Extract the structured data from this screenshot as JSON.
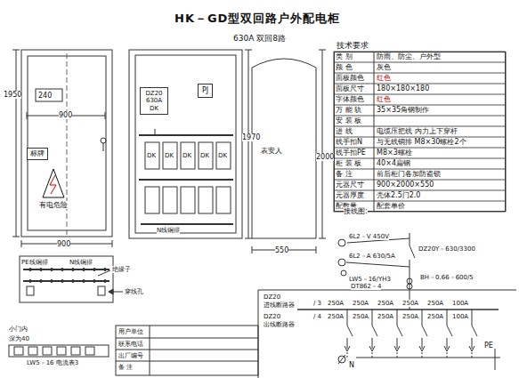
{
  "diagram": {
    "title": "HK－GD型双回路户外配电柜",
    "nodes": [
      {
        "text": [
          "标牌"
        ]
      },
      {
        "text": [
          "DZ20 630A DK"
        ]
      },
      {
        "text": [
          "PJ"
        ]
      },
      {
        "text": [
          "技术要求"
        ]
      }
    ],
    "labels": [
      "630A 双回8路",
      "1950",
      "240",
      "900",
      "有电危险",
      "900",
      "DK",
      "DK",
      "DK",
      "DK",
      "DK",
      "N线铜排",
      "1970",
      "表安人",
      "2000",
      "550",
      "PE线铜排",
      "N线铜排",
      "绝缘子",
      "穿线孔",
      "小门内",
      "深为40",
      "LW5－16 电流表3",
      "用户单位",
      "联系电话",
      "出厂编号",
      "备 注",
      "类 别",
      "防雨、防尘、户外型",
      "颜 色",
      "灰色",
      "面板颜色",
      "红色",
      "面板尺寸",
      "180×180×180",
      "字体颜色",
      "红色",
      "万 能 轨",
      "35×35角钢制作",
      "安 装 板",
      "进 线",
      "电缆压把线 内力上下穿杆",
      "线手扣N",
      "与无线铜排 M8×30螺栓2个",
      "线手扣PE",
      "M8×3螺栓",
      "柜 装 板",
      "40×4扁钢",
      "备 注",
      "前后柜门各加防盗锁",
      "元器尺寸",
      "900×2000×550",
      "元器厚度",
      "壳体2.5门2.0",
      "配数量",
      "配套单价",
      "接线图:",
      "6L2－V 450V",
      "DZ20Y－630/3300",
      "6L2－A 630/5A",
      "LW5－16/YH3",
      "DT862－4",
      "BH－0.66－600/5",
      "DZ20",
      "进线断路器",
      "DZ20",
      "出线断路器",
      "/ 3",
      "250A",
      "250A",
      "250A",
      "250A",
      "250A",
      "100A",
      "/ 4",
      "250A",
      "250A",
      "250A",
      "250A",
      "250A",
      "100A",
      "N",
      "PE"
    ]
  }
}
